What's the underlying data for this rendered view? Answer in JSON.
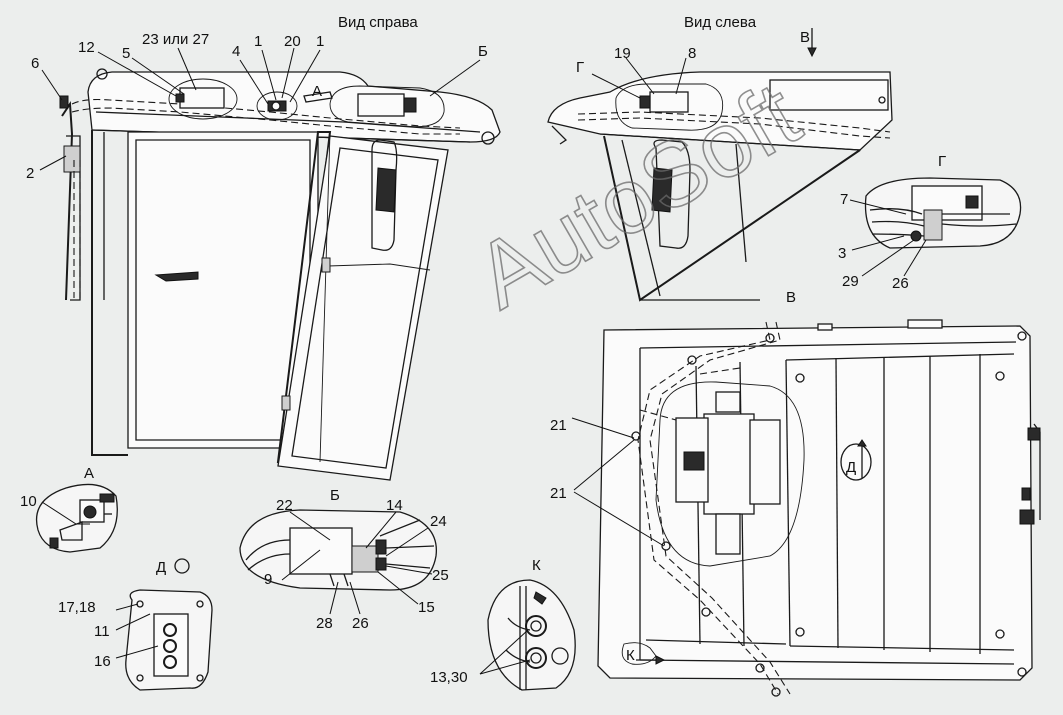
{
  "views": {
    "right_view": "Вид справа",
    "left_view": "Вид слева",
    "view_b_arrow": "В",
    "view_b_label": "В"
  },
  "details": {
    "A": "А",
    "A_ref": "А",
    "B": "Б",
    "B_ref": "Б",
    "G": "Г",
    "G_ref": "Г",
    "D": "Д",
    "D_ref": "Д",
    "K": "К",
    "K_ref": "К"
  },
  "callouts": {
    "c1a": "1",
    "c1b": "1",
    "c2": "2",
    "c3": "3",
    "c4": "4",
    "c5": "5",
    "c6": "6",
    "c7": "7",
    "c8": "8",
    "c9": "9",
    "c10": "10",
    "c11": "11",
    "c12": "12",
    "c14": "14",
    "c15": "15",
    "c16": "16",
    "c17_18": "17,18",
    "c19": "19",
    "c20": "20",
    "c21a": "21",
    "c21b": "21",
    "c22": "22",
    "c23_27": "23 или 27",
    "c24": "24",
    "c25": "25",
    "c26a": "26",
    "c26b": "26",
    "c28": "28",
    "c29": "29",
    "c13_30": "13,30"
  },
  "watermark": "AutoSoft",
  "icons": {
    "arrow": "arrow-down-icon",
    "view-arrow": "view-arrow-icon"
  }
}
